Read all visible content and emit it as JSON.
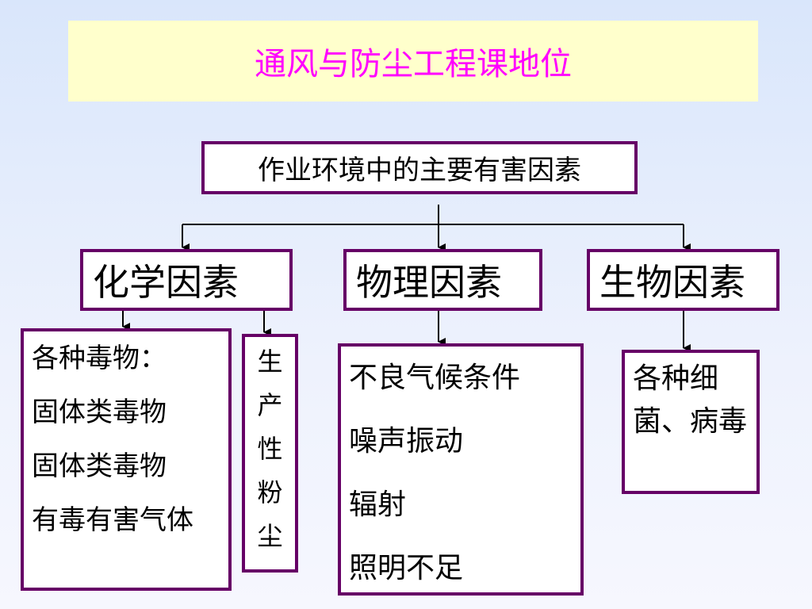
{
  "title": "通风与防尘工程课地位",
  "root": "作业环境中的主要有害因素",
  "categories": {
    "chemical": "化学因素",
    "physical": "物理因素",
    "biological": "生物因素"
  },
  "chemical_items": [
    "各种毒物：",
    "固体类毒物",
    "固体类毒物",
    "有毒有害气体"
  ],
  "dust_chars": [
    "生",
    "产",
    "性",
    "粉",
    "尘"
  ],
  "physical_items": [
    "不良气候条件",
    "噪声振动",
    "辐射",
    "照明不足"
  ],
  "biological_text": "各种细菌、病毒",
  "colors": {
    "border": "#660066",
    "title": "#ff00ff",
    "banner": "#ffffcc"
  }
}
